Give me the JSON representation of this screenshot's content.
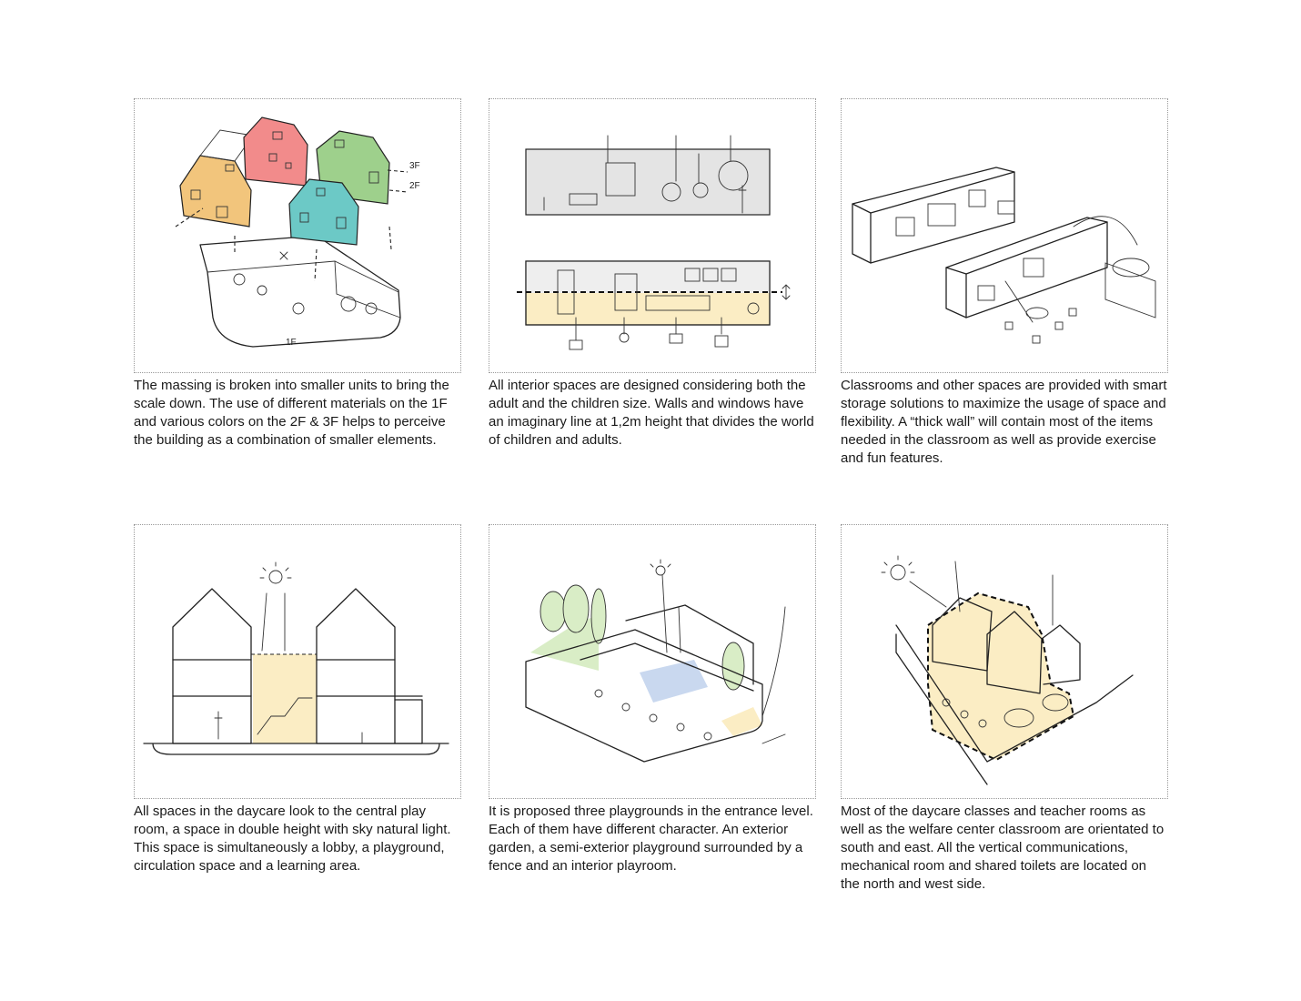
{
  "panels": [
    {
      "caption": "The massing is broken into smaller units to bring the scale down. The use of different materials on the 1F and various colors on the 2F & 3F helps to perceive the building as a combination of smaller elements.",
      "labels": {
        "floor3": "3F",
        "floor2": "2F",
        "floor1": "1F"
      },
      "colors": {
        "orange": "#f2c57c",
        "pink": "#f28b8b",
        "green": "#9ed08c",
        "teal": "#6cc9c6"
      }
    },
    {
      "caption": "All interior spaces are designed considering both the adult and the children size.  Walls and windows have an imaginary line at 1,2m height that divides the world of children and adults.",
      "colors": {
        "grey": "#e4e4e4",
        "yellow": "#fbedc4"
      }
    },
    {
      "caption": "Classrooms and other spaces are provided with smart storage solutions to maximize the usage of space and flexibility. A “thick wall” will contain most of the items needed in the classroom as well as provide exercise and fun features."
    },
    {
      "caption": "All spaces in the daycare look to the central play room, a space in double height with sky natural light. This space is simultaneously a lobby, a playground, circulation space and a learning area.",
      "colors": {
        "yellow": "#fbedc4"
      }
    },
    {
      "caption": "It is proposed three playgrounds in the entrance level. Each of them have different character. An exterior garden, a semi-exterior playground surrounded by a fence and an interior playroom.",
      "colors": {
        "green": "#d9edc6",
        "blue": "#c9d8ef",
        "yellow": "#fbedc4"
      }
    },
    {
      "caption": "Most of the daycare classes and teacher rooms as well as the welfare center classroom are orientated to south and east. All the vertical communications, mechanical room and shared toilets are located on the north and west side.",
      "colors": {
        "yellow": "#fbedc4"
      }
    }
  ]
}
